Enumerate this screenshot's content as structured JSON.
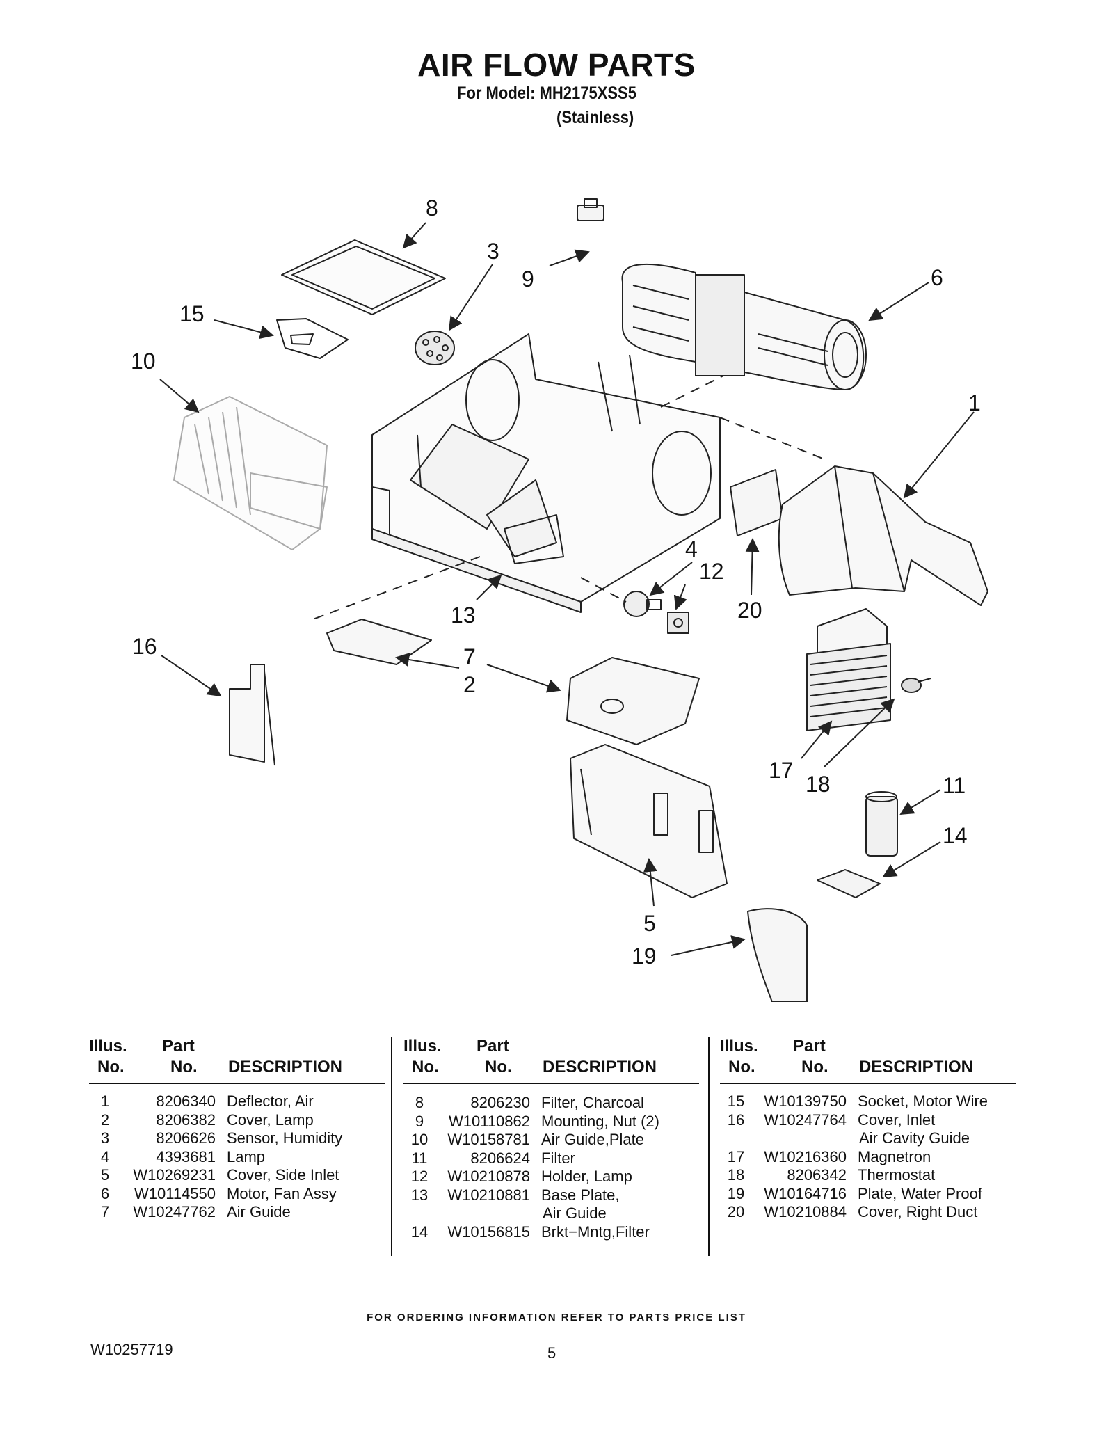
{
  "header": {
    "title": "AIR FLOW PARTS",
    "model_line": "For Model: MH2175XSS5",
    "finish_line": "(Stainless)"
  },
  "callouts": [
    "8",
    "3",
    "9",
    "6",
    "15",
    "10",
    "1",
    "4",
    "12",
    "20",
    "13",
    "16",
    "7",
    "2",
    "17",
    "18",
    "11",
    "14",
    "5",
    "19"
  ],
  "table_headers": {
    "illus_top": "Illus.",
    "illus_bottom": "No.",
    "part_top": "Part",
    "part_bottom": "No.",
    "description": "DESCRIPTION"
  },
  "tables": [
    {
      "rows": [
        {
          "illus": "1",
          "part": "8206340",
          "desc": "Deflector, Air"
        },
        {
          "illus": "2",
          "part": "8206382",
          "desc": "Cover, Lamp"
        },
        {
          "illus": "3",
          "part": "8206626",
          "desc": "Sensor, Humidity"
        },
        {
          "illus": "4",
          "part": "4393681",
          "desc": "Lamp"
        },
        {
          "illus": "5",
          "part": "W10269231",
          "desc": "Cover, Side Inlet"
        },
        {
          "illus": "6",
          "part": "W10114550",
          "desc": "Motor, Fan Assy"
        },
        {
          "illus": "7",
          "part": "W10247762",
          "desc": "Air Guide"
        }
      ]
    },
    {
      "rows": [
        {
          "illus": "8",
          "part": "8206230",
          "desc": "Filter, Charcoal"
        },
        {
          "illus": "9",
          "part": "W10110862",
          "desc": "Mounting, Nut (2)"
        },
        {
          "illus": "10",
          "part": "W10158781",
          "desc": "Air Guide,Plate"
        },
        {
          "illus": "11",
          "part": "8206624",
          "desc": "Filter"
        },
        {
          "illus": "12",
          "part": "W10210878",
          "desc": "Holder, Lamp"
        },
        {
          "illus": "13",
          "part": "W10210881",
          "desc": "Base Plate,"
        },
        {
          "illus": "",
          "part": "",
          "desc": "Air Guide"
        },
        {
          "illus": "14",
          "part": "W10156815",
          "desc": "Brkt−Mntg,Filter"
        }
      ]
    },
    {
      "rows": [
        {
          "illus": "15",
          "part": "W10139750",
          "desc": "Socket, Motor Wire"
        },
        {
          "illus": "16",
          "part": "W10247764",
          "desc": "Cover, Inlet"
        },
        {
          "illus": "",
          "part": "",
          "desc": "Air Cavity Guide"
        },
        {
          "illus": "17",
          "part": "W10216360",
          "desc": "Magnetron"
        },
        {
          "illus": "18",
          "part": "8206342",
          "desc": "Thermostat"
        },
        {
          "illus": "19",
          "part": "W10164716",
          "desc": "Plate, Water Proof"
        },
        {
          "illus": "20",
          "part": "W10210884",
          "desc": "Cover, Right Duct"
        }
      ]
    }
  ],
  "footer": {
    "ordering_note": "FOR ORDERING INFORMATION REFER TO PARTS PRICE LIST",
    "document_number": "W10257719",
    "page_number": "5"
  }
}
